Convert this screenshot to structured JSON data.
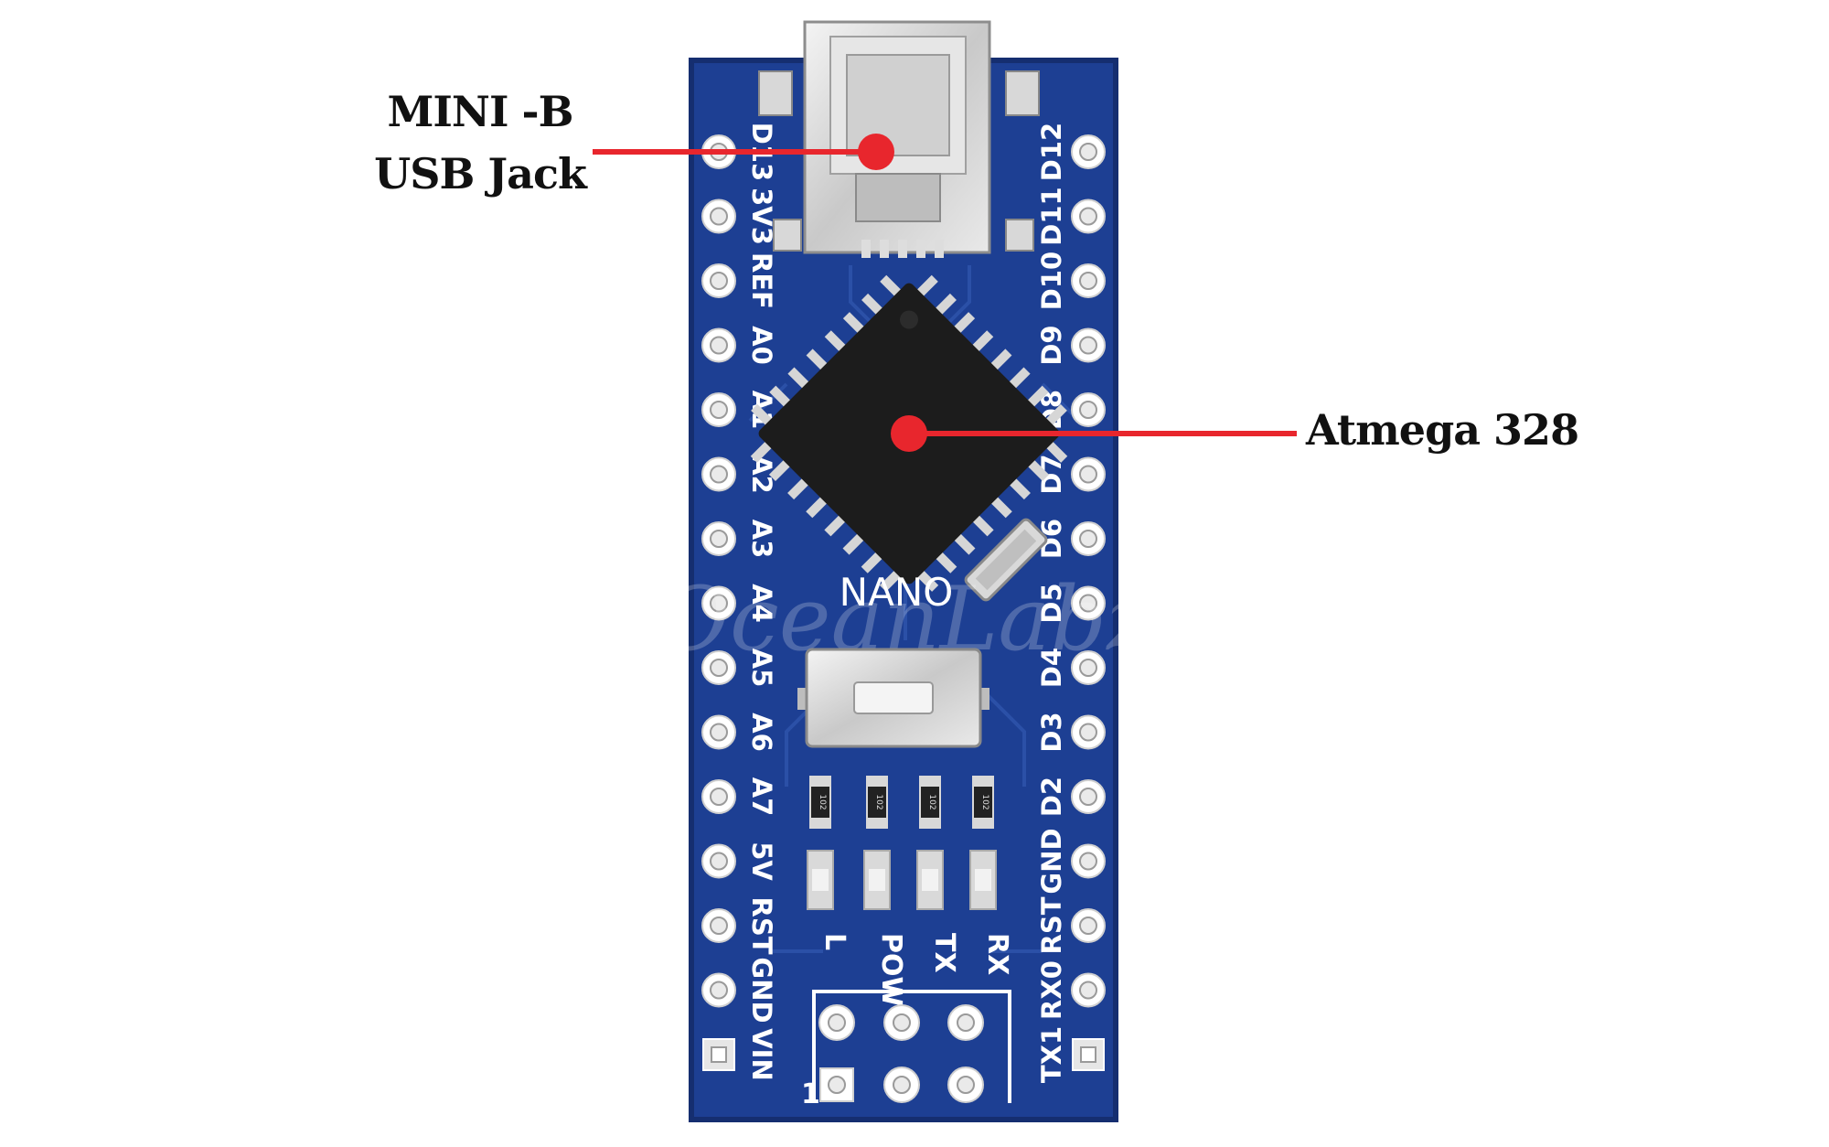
{
  "callouts": {
    "usb_jack": {
      "line1": "MINI -B",
      "line2": "USB Jack"
    },
    "microcontroller": "Atmega 328"
  },
  "board": {
    "silkscreen_name": "NANO",
    "watermark": "OceanLabz",
    "left_pins": [
      "D13",
      "3V3",
      "REF",
      "A0",
      "A1",
      "A2",
      "A3",
      "A4",
      "A5",
      "A6",
      "A7",
      "5V",
      "RST",
      "GND",
      "VIN"
    ],
    "right_pins": [
      "D12",
      "D11",
      "D10",
      "D9",
      "D8",
      "D7",
      "D6",
      "D5",
      "D4",
      "D3",
      "D2",
      "GND",
      "RST",
      "RX0",
      "TX1"
    ],
    "led_labels": [
      "L",
      "POW",
      "TX",
      "RX"
    ],
    "resistor_code": "102",
    "icsp_pin1_label": "1"
  },
  "colors": {
    "pcb": "#1d3f93",
    "pcb_edge": "#152e70",
    "callout_line": "#e8262d",
    "chip": "#1c1c1c"
  }
}
